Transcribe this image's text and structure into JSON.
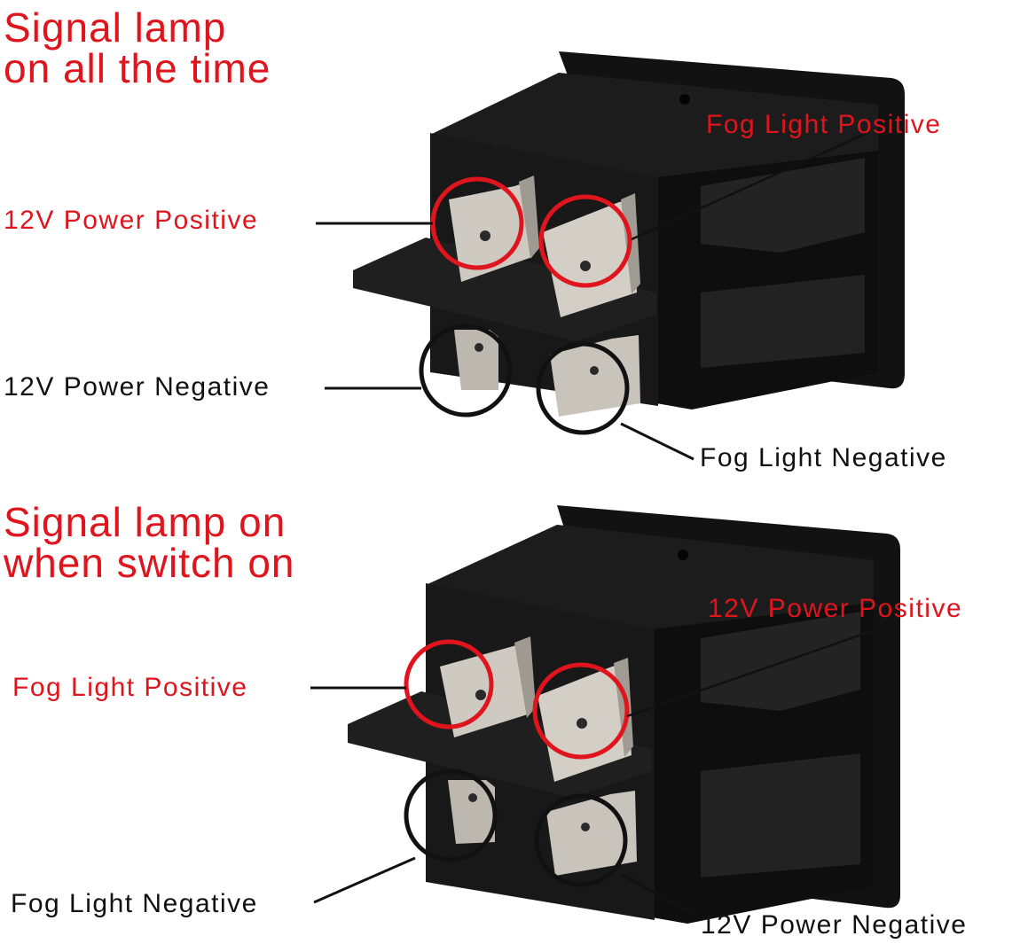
{
  "colors": {
    "accent_red": "#e0141c",
    "text_black": "#111111",
    "switch_body": "#141414",
    "terminal_metal": "#c9c4bb"
  },
  "panels": [
    {
      "heading_lines": [
        "Signal lamp",
        "on all the time"
      ],
      "labels": {
        "top_right": "Fog Light Positive",
        "top_left": "12V Power Positive",
        "bottom_left": "12V Power Negative",
        "bottom_right": "Fog Light Negative"
      }
    },
    {
      "heading_lines": [
        "Signal lamp on",
        "when switch on"
      ],
      "labels": {
        "top_right": "12V Power Positive",
        "top_left": "Fog Light Positive",
        "bottom_left": "Fog Light Negative",
        "bottom_right": "12V Power Negative"
      }
    }
  ]
}
